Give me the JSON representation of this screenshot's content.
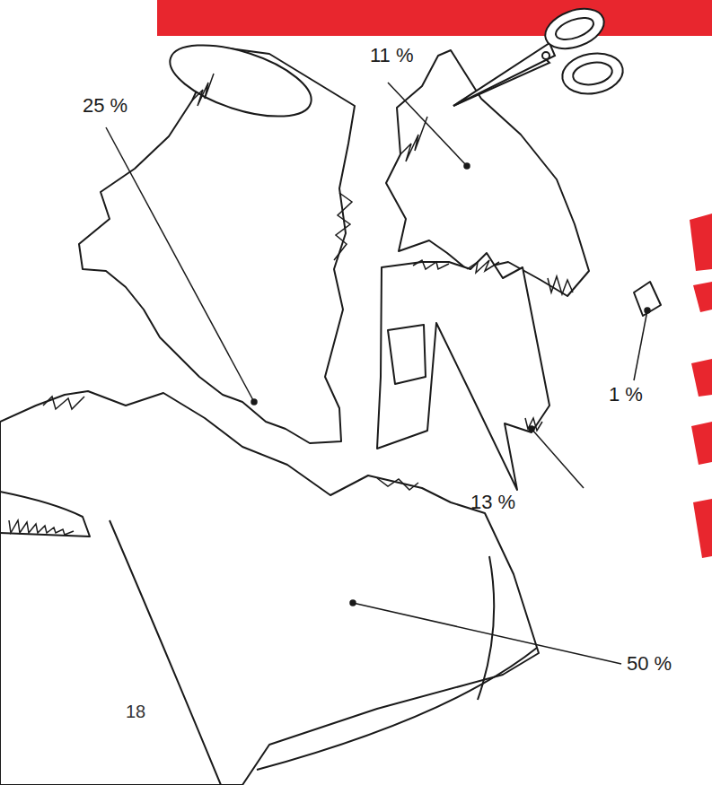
{
  "diagram": {
    "labels": [
      "11 %",
      "25 %",
      "1 %",
      "13 %",
      "50 %",
      "18"
    ]
  }
}
